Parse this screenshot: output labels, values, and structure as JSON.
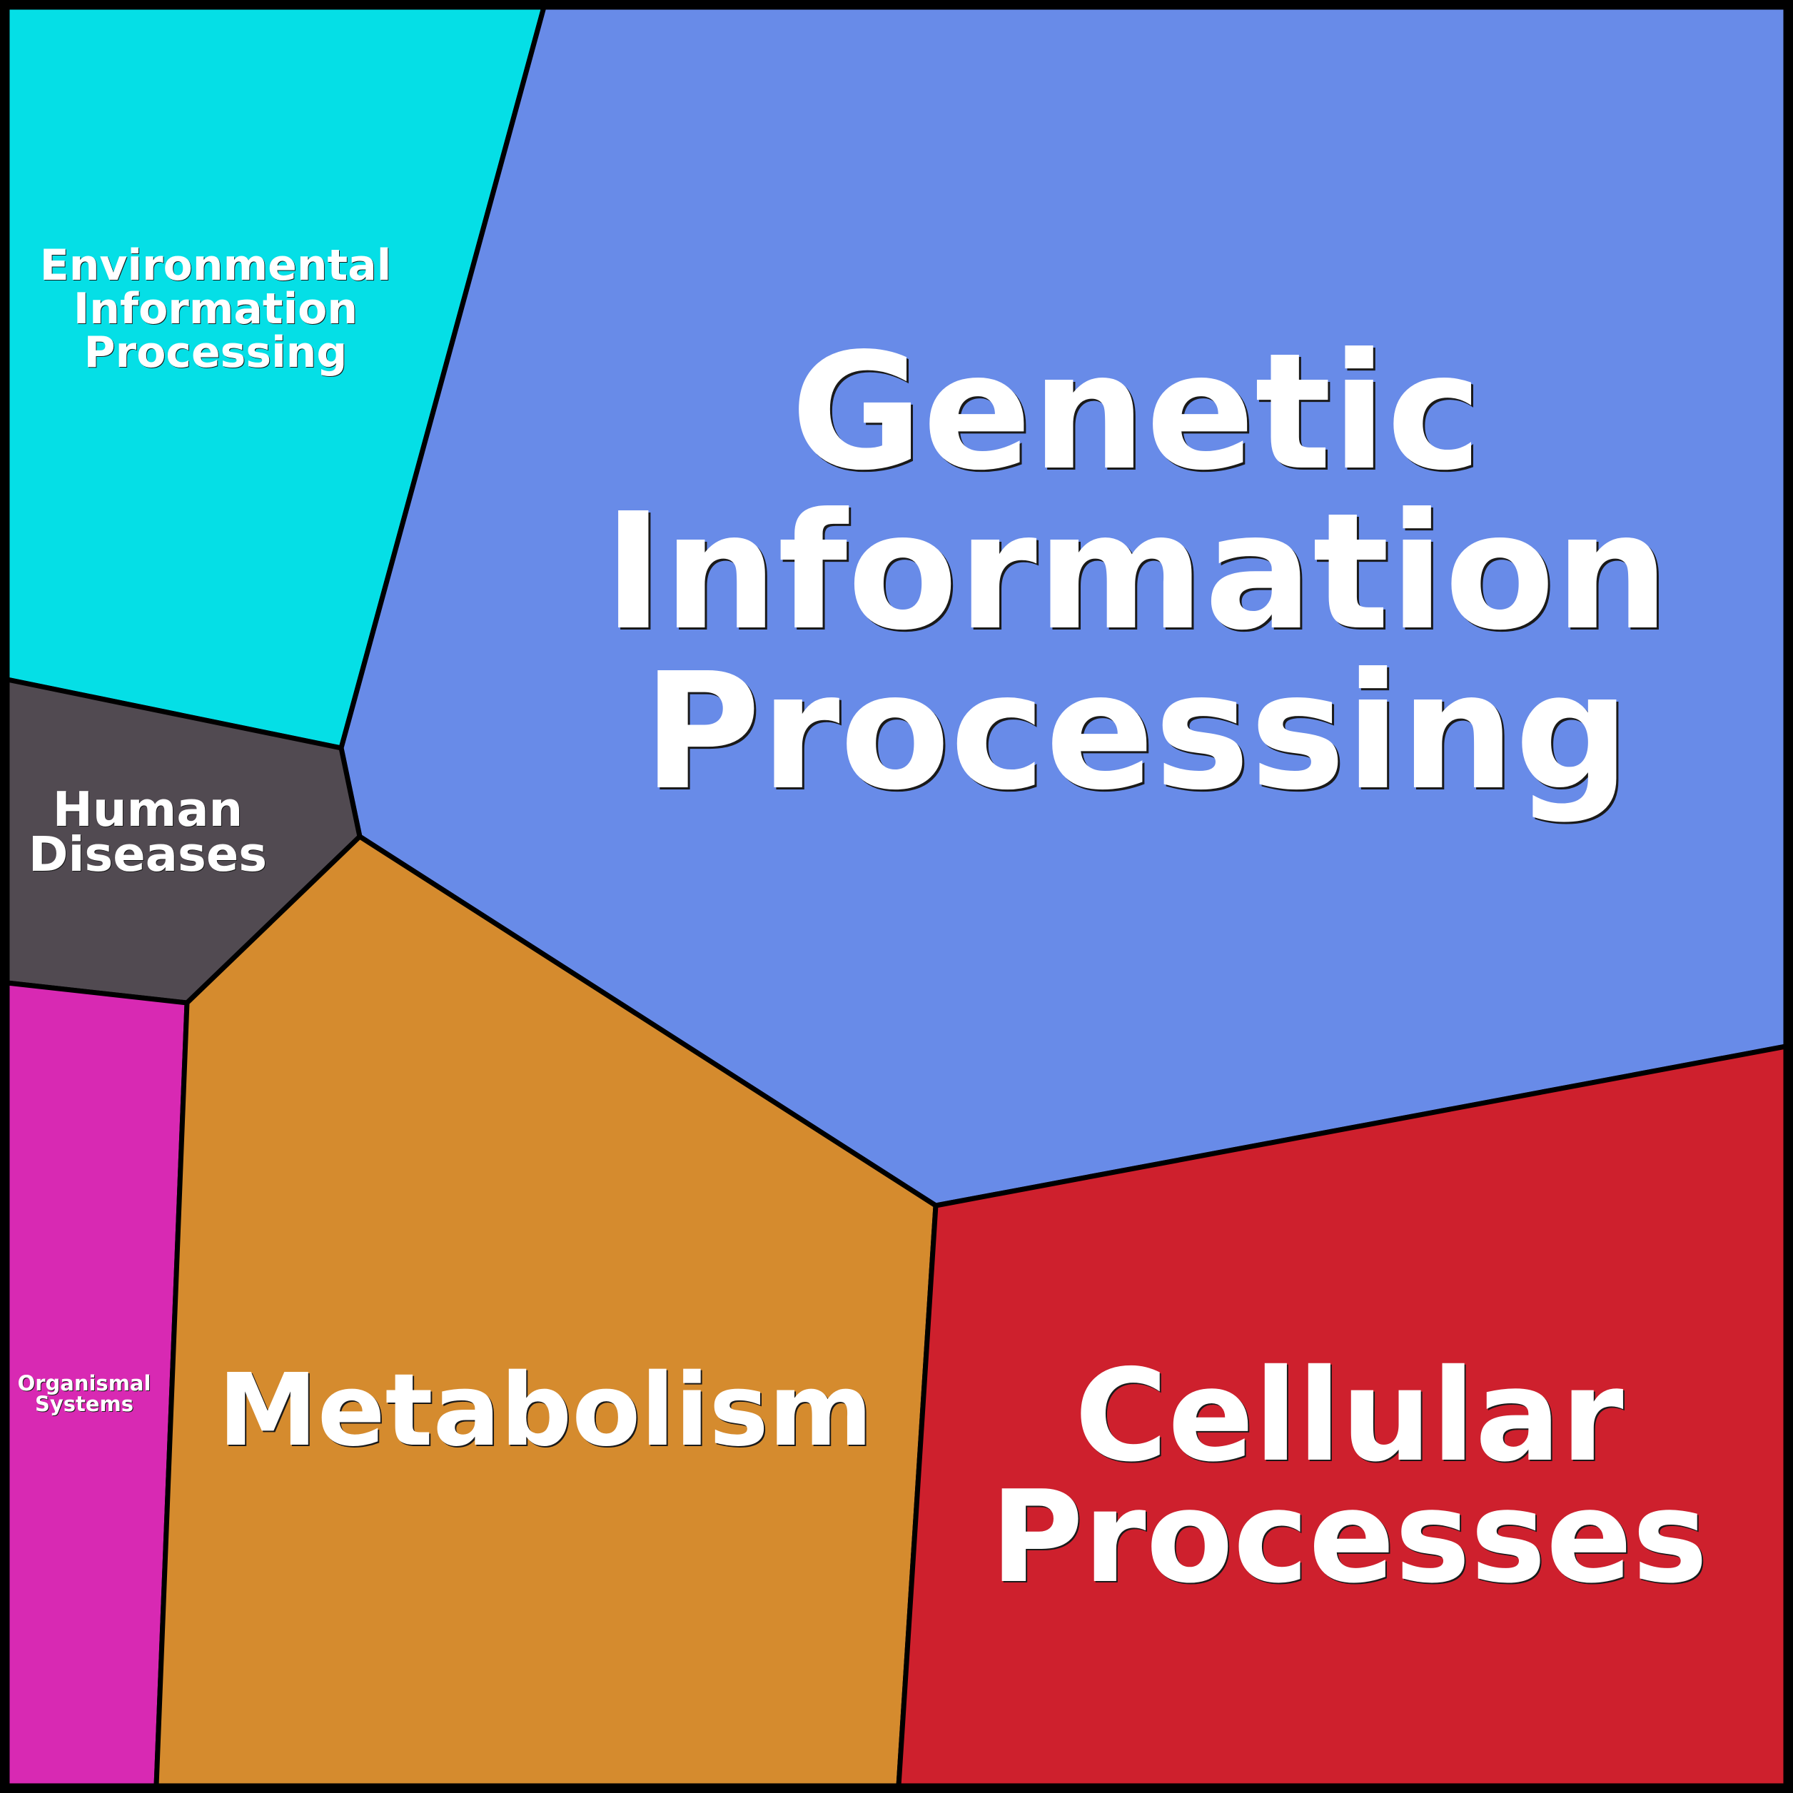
{
  "title": "Voronoi treemap of pathway categories",
  "cells": [
    {
      "id": "environmental-information-processing",
      "label_lines": [
        "Environmental",
        "Information",
        "Processing"
      ],
      "color": "#05DFE6"
    },
    {
      "id": "genetic-information-processing",
      "label_lines": [
        "Genetic",
        "Information",
        "Processing"
      ],
      "color": "#688BE8"
    },
    {
      "id": "human-diseases",
      "label_lines": [
        "Human",
        "Diseases"
      ],
      "color": "#514A51"
    },
    {
      "id": "organismal-systems",
      "label_lines": [
        "Organismal",
        "Systems"
      ],
      "color": "#D829B3"
    },
    {
      "id": "metabolism",
      "label_lines": [
        "Metabolism"
      ],
      "color": "#D58B2E"
    },
    {
      "id": "cellular-processes",
      "label_lines": [
        "Cellular",
        "Processes"
      ],
      "color": "#CE202D"
    }
  ],
  "frame_color": "#000000",
  "text_color": "#FFFFFF"
}
